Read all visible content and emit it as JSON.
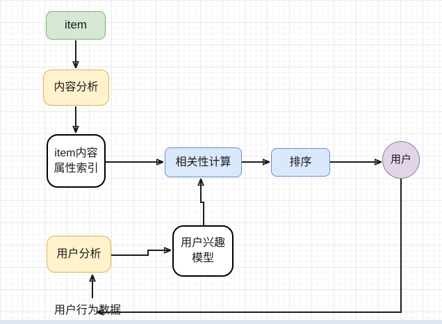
{
  "diagram": {
    "title": "content-based recommendation flowchart",
    "nodes": {
      "item": {
        "label": "item",
        "fill": "#d5e8d4",
        "border": "#82b366",
        "shape": "rounded-rect"
      },
      "content_analysis": {
        "label": "内容分析",
        "fill": "#fff2cc",
        "border": "#d6b656",
        "shape": "rounded-rect"
      },
      "item_content_index": {
        "label": "item内容属性索引",
        "fill": "#ffffff",
        "border": "#000000",
        "shape": "rounded-rect"
      },
      "relevance_calc": {
        "label": "相关性计算",
        "fill": "#dae8fc",
        "border": "#6c8ebf",
        "shape": "rounded-rect"
      },
      "sorting": {
        "label": "排序",
        "fill": "#dae8fc",
        "border": "#6c8ebf",
        "shape": "rounded-rect"
      },
      "user": {
        "label": "用户",
        "fill": "#e1d5e7",
        "border": "#9673a6",
        "shape": "circle"
      },
      "user_analysis": {
        "label": "用户分析",
        "fill": "#fff2cc",
        "border": "#d6b656",
        "shape": "rounded-rect"
      },
      "user_interest_model": {
        "label": "用户兴趣模型",
        "fill": "#ffffff",
        "border": "#000000",
        "shape": "rounded-rect"
      }
    },
    "labels": {
      "user_behavior_data": "用户行为数据"
    },
    "edges": [
      {
        "from": "item",
        "to": "content_analysis"
      },
      {
        "from": "content_analysis",
        "to": "item_content_index"
      },
      {
        "from": "item_content_index",
        "to": "relevance_calc"
      },
      {
        "from": "relevance_calc",
        "to": "sorting"
      },
      {
        "from": "sorting",
        "to": "user"
      },
      {
        "from": "user",
        "to": "user_behavior_data"
      },
      {
        "from": "user_behavior_data",
        "to": "user_analysis"
      },
      {
        "from": "user_analysis",
        "to": "user_interest_model"
      },
      {
        "from": "user_interest_model",
        "to": "relevance_calc"
      }
    ],
    "canvas": {
      "background": "#ffffff",
      "grid_minor_color": "#f6f6f6",
      "grid_major_color": "#e9e9e9",
      "edge_color": "#1a1a1a",
      "bottom_bar_color": "#dde6f2"
    }
  }
}
